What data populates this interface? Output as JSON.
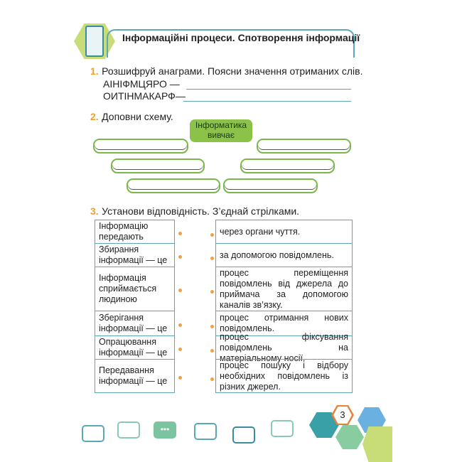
{
  "header": {
    "title": "Інформаційні процеси. Спотворення інформації"
  },
  "task1": {
    "num": "1.",
    "text": "Розшифруй анаграми. Поясни значення отриманих слів.",
    "words": [
      "АІНІФМЦЯРО —",
      "ОИТІНМАКАРФ—"
    ]
  },
  "task2": {
    "num": "2.",
    "text": "Доповни схему.",
    "center": "Інформатика вивчає"
  },
  "task3": {
    "num": "3.",
    "text": "Установи відповідність. З’єднай стрілками.",
    "left": [
      "Інформацію передають",
      "Збирання інформації — це",
      "Інформація сприймається людиною",
      "Зберігання інформації — це",
      "Опрацювання інформації — це",
      "Передавання інформації — це"
    ],
    "right": [
      "через органи чуття.",
      "за допомогою повідомлень.",
      "процес переміщення повідомлень від джерела до приймача за допомогою каналів зв’язку.",
      "процес отримання нових повідомлень.",
      "процес фіксування повідомлень на матеріальному носії.",
      "процес пошуку і відбору необхідних повідомлень із різних джерел."
    ]
  },
  "footer": {
    "page": "3",
    "icons": [
      "usb-stick-icon",
      "computer-tower-icon",
      "chat-dots-icon",
      "monitor-icon",
      "satellite-dish-icon",
      "headphones-icon"
    ]
  }
}
